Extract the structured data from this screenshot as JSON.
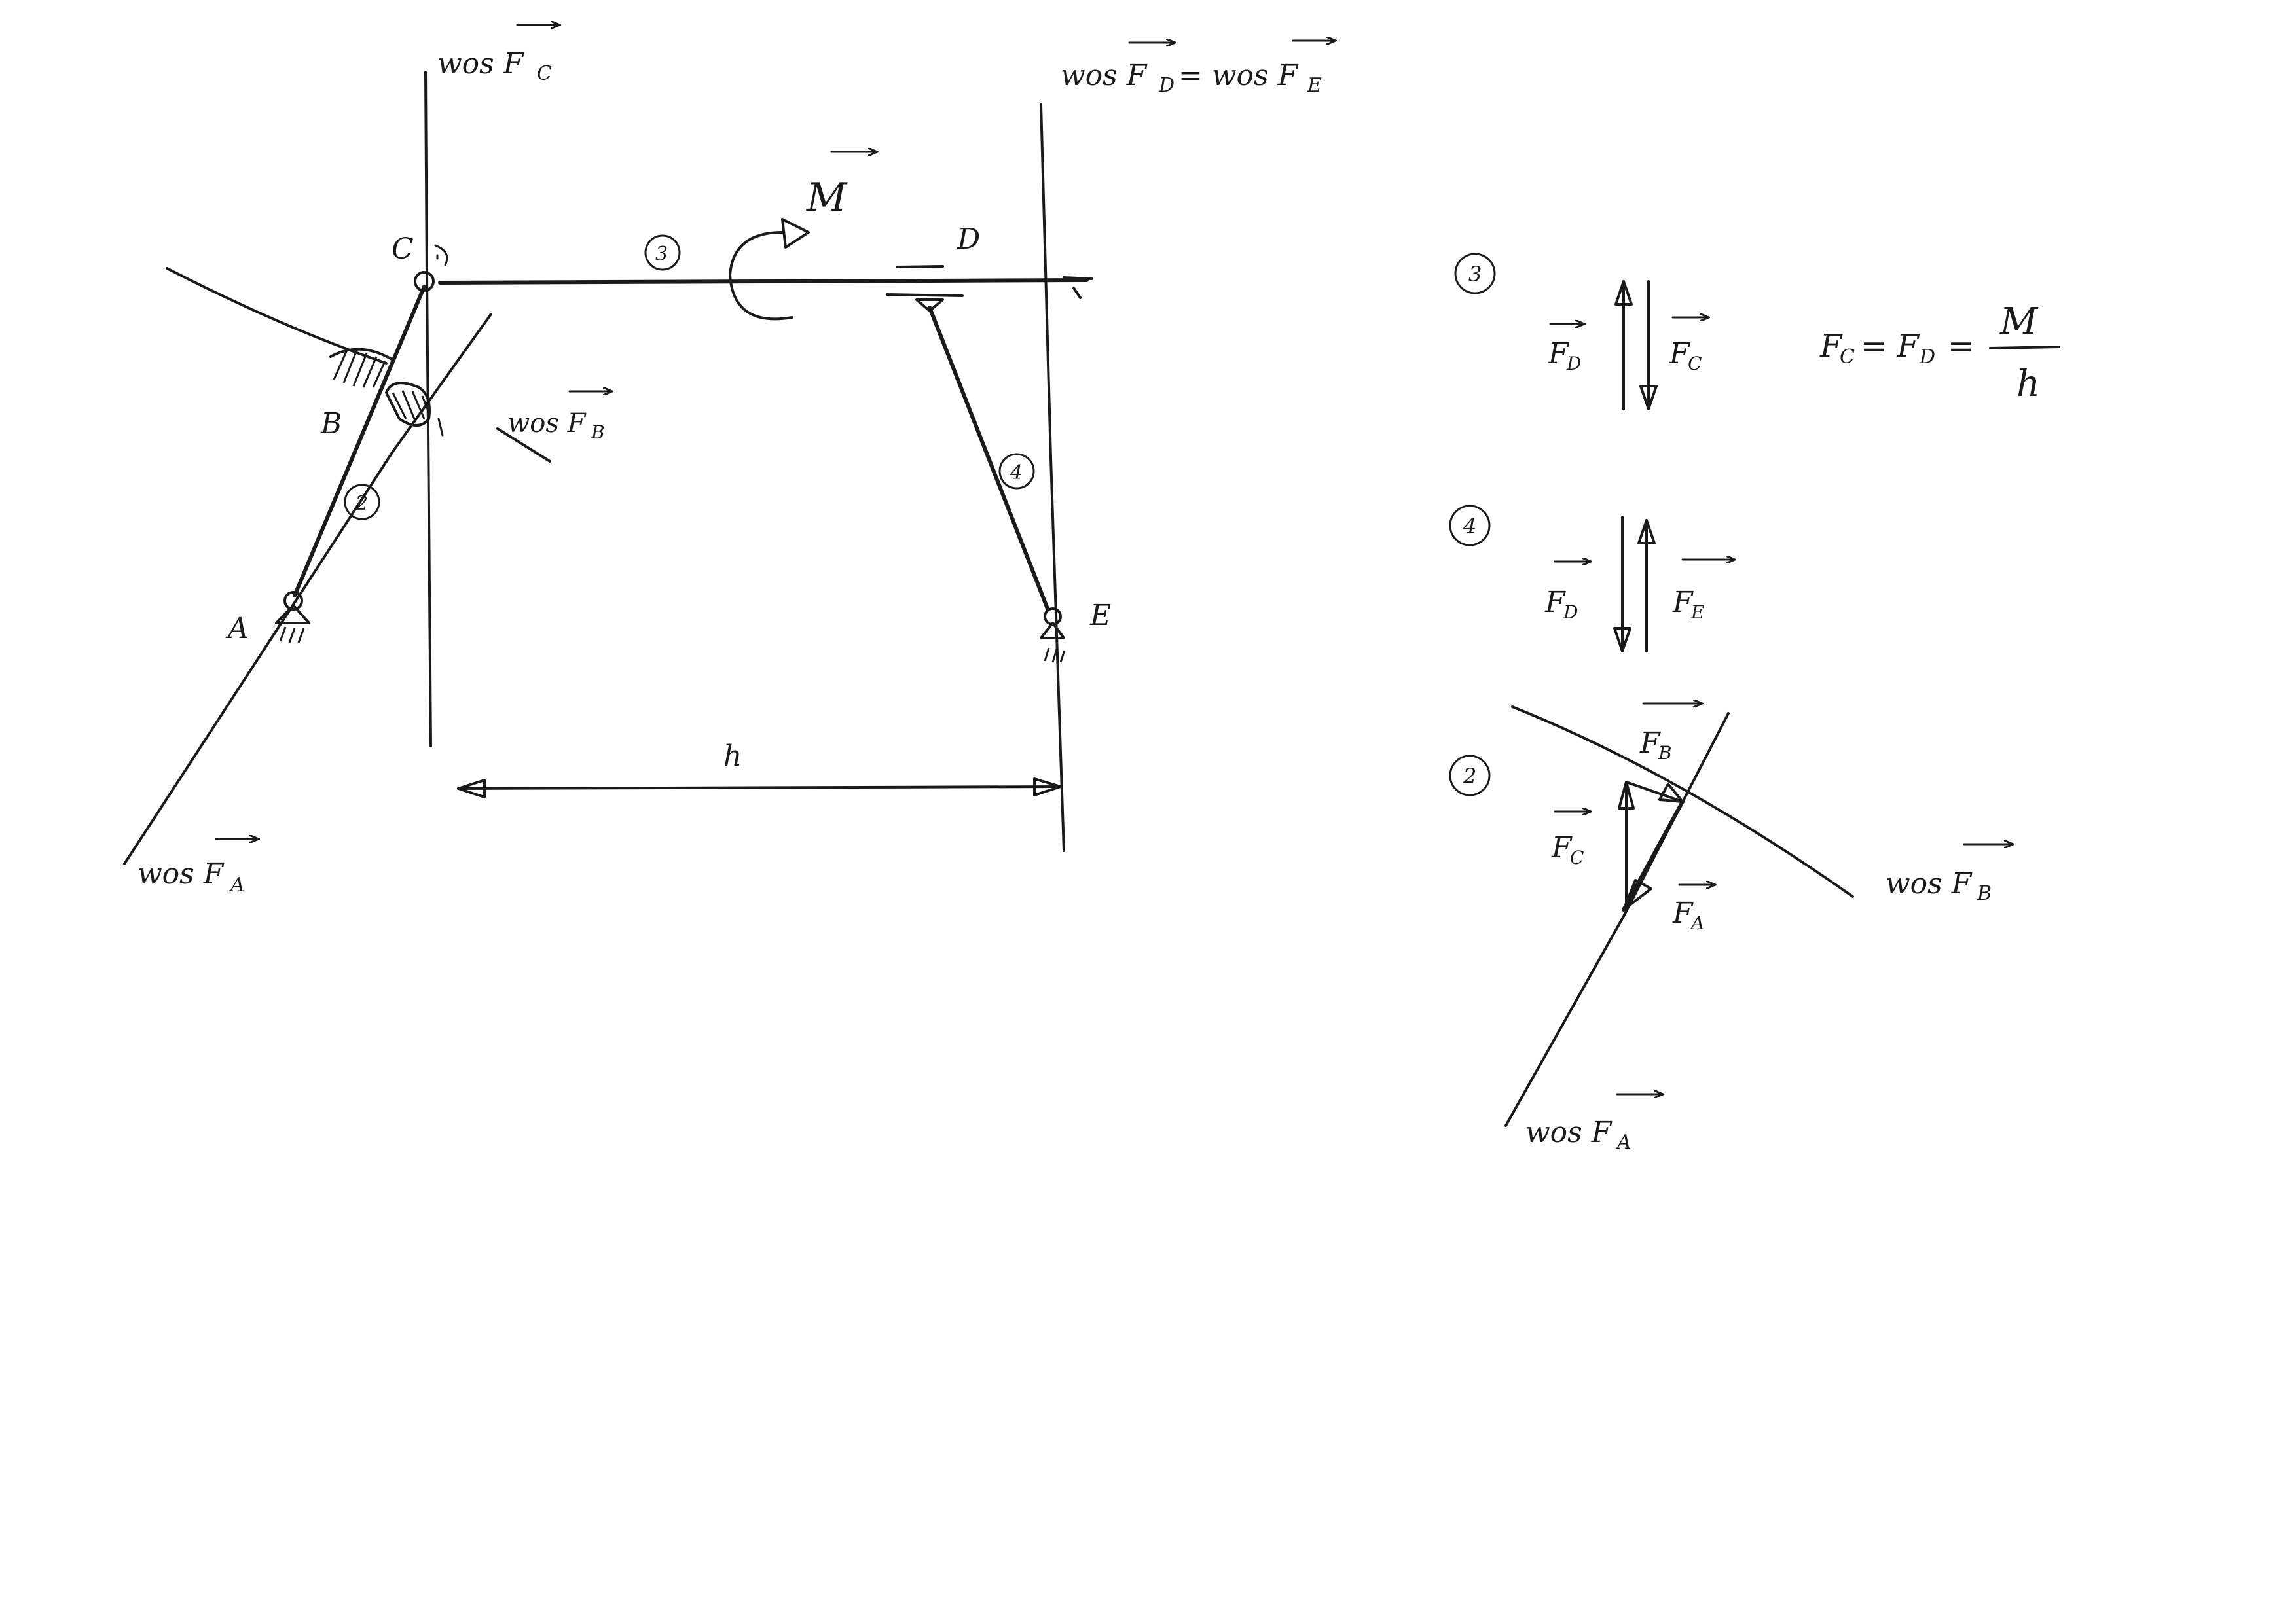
{
  "labels": {
    "line_fc": "wos F",
    "line_fc_sub": "C",
    "line_fd": "wos F",
    "line_fd_sub": "D",
    "line_fd_eq": "= wos F",
    "line_fd_eq_sub": "E",
    "line_fb": "wos F",
    "line_fb_sub": "B",
    "line_fa": "wos F",
    "line_fa_sub": "A",
    "moment": "M",
    "dim_h": "h",
    "point_a": "A",
    "point_b": "B",
    "point_c": "C",
    "point_d": "D",
    "point_e": "E",
    "member_2": "2",
    "member_3": "3",
    "member_4": "4"
  },
  "right": {
    "sec3_num": "3",
    "sec3_fd": "F",
    "sec3_fd_sub": "D",
    "sec3_fc": "F",
    "sec3_fc_sub": "C",
    "equation_lhs": "F",
    "equation_lhs_sub": "C",
    "equation_mid": "= F",
    "equation_mid_sub": "D",
    "equation_eq": "=",
    "equation_num": "M",
    "equation_den": "h",
    "sec4_num": "4",
    "sec4_fd": "F",
    "sec4_fd_sub": "D",
    "sec4_fe": "F",
    "sec4_fe_sub": "E",
    "sec2_num": "2",
    "sec2_fb": "F",
    "sec2_fb_sub": "B",
    "sec2_fc": "F",
    "sec2_fc_sub": "C",
    "sec2_fa": "F",
    "sec2_fa_sub": "A",
    "sec2_line_fb": "wos F",
    "sec2_line_fb_sub": "B",
    "sec2_line_fa": "wos F",
    "sec2_line_fa_sub": "A"
  },
  "colors": {
    "ink": "#1a1a1a",
    "paper": "#ffffff"
  }
}
